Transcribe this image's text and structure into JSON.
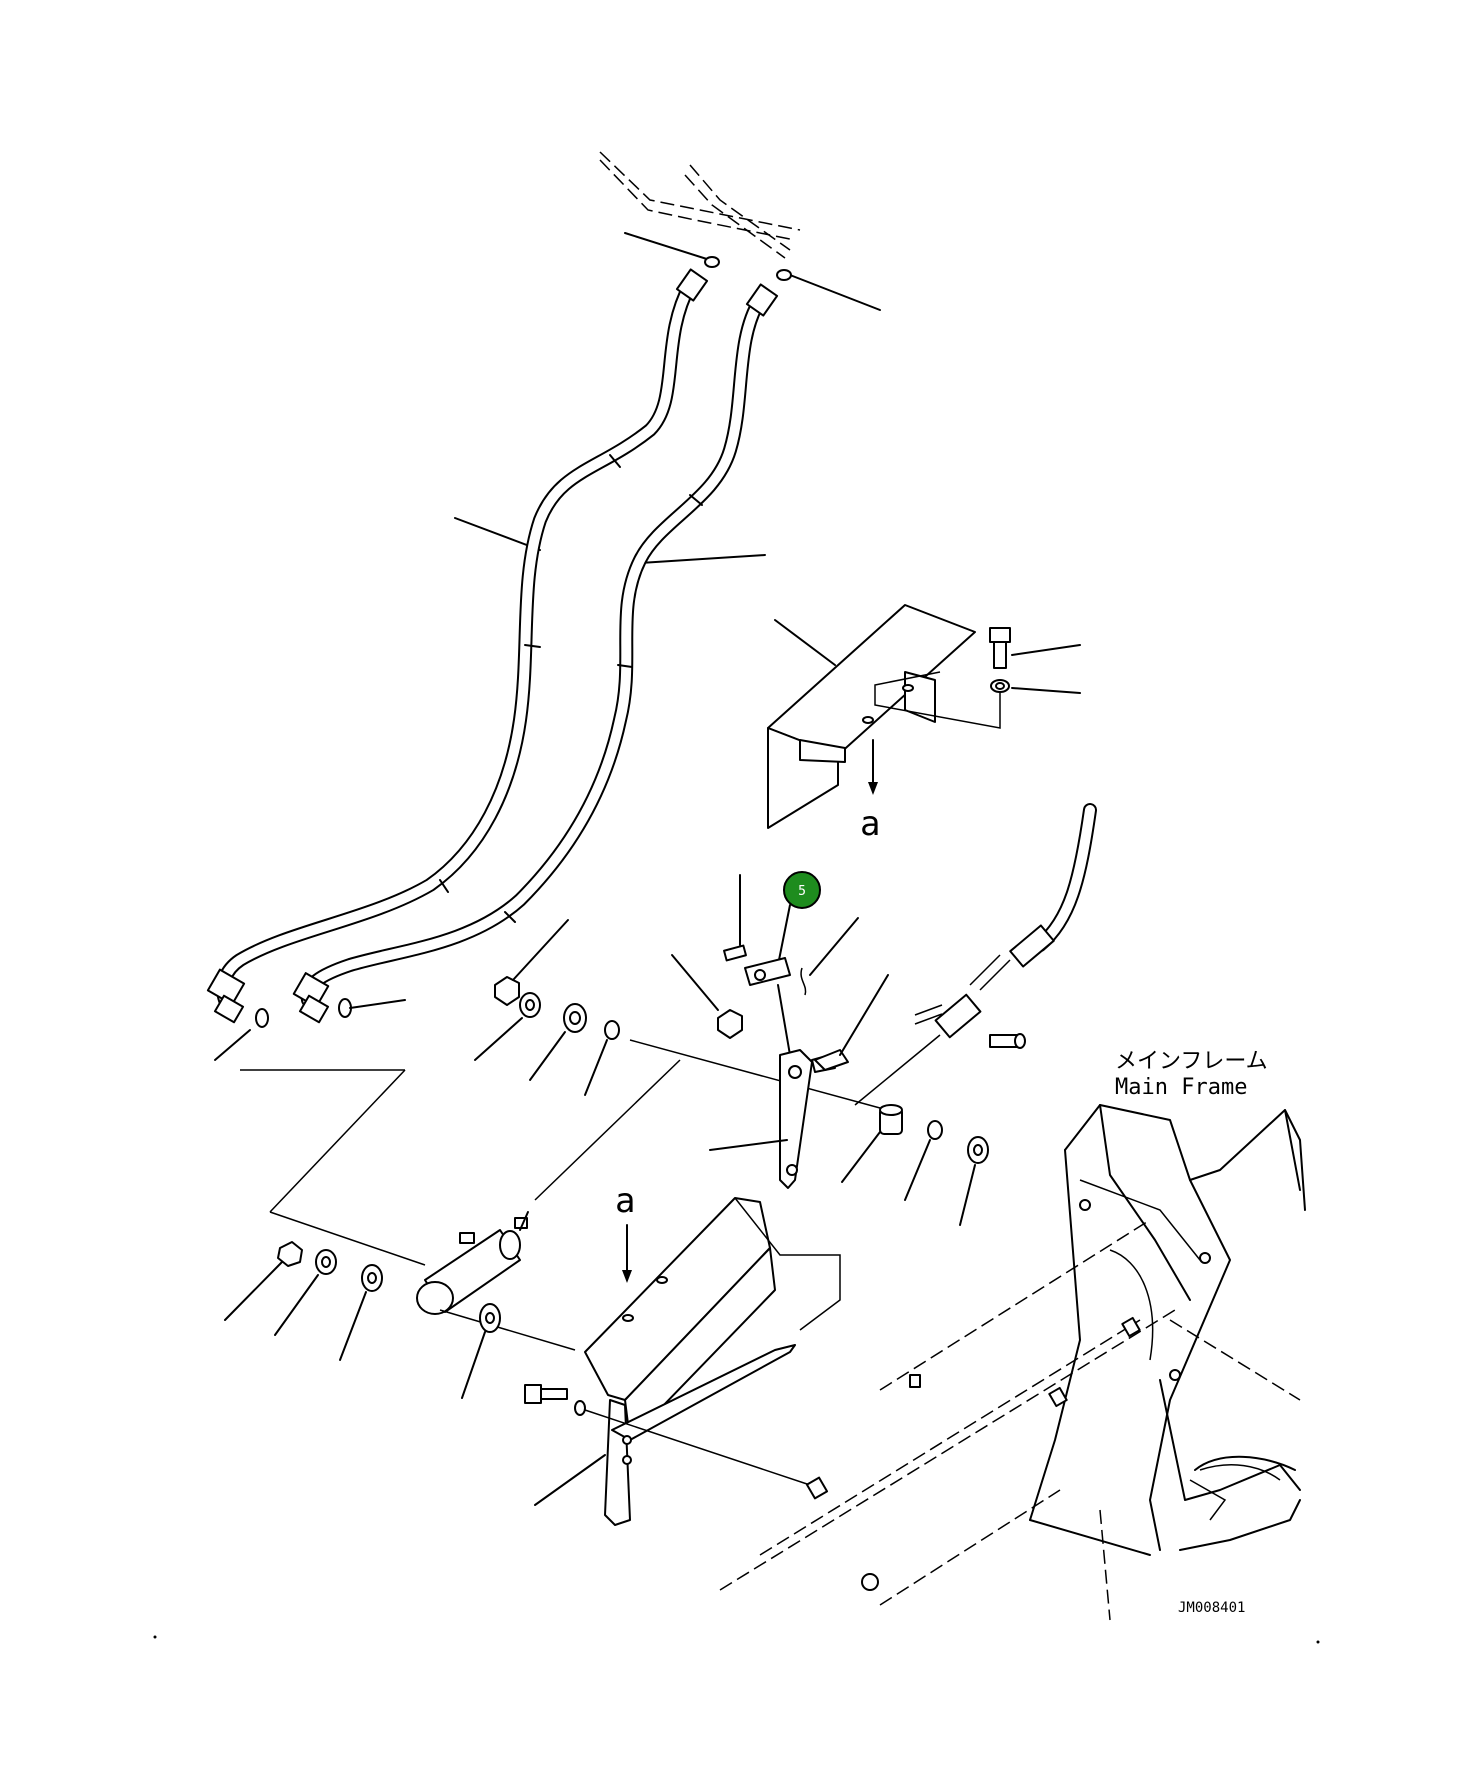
{
  "frame_label_jp": "メインフレーム",
  "frame_label_en": "Main Frame",
  "view_marker_top": "a",
  "view_marker_bottom": "a",
  "callout_number": "5",
  "callout_color": "#1e8c1e",
  "drawing_code": "JM008401"
}
